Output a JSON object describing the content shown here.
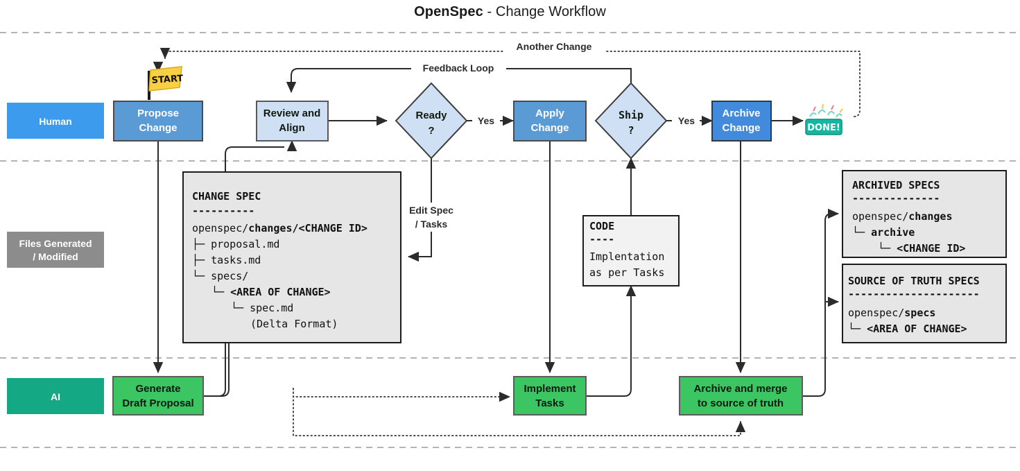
{
  "title": {
    "brand": "OpenSpec",
    "rest": " - Change Workflow"
  },
  "lanes": [
    {
      "id": "human",
      "label": "Human",
      "color": "#3d9bee"
    },
    {
      "id": "files",
      "label_line1": "Files Generated",
      "label_line2": "/ Modified",
      "color": "#8c8c8c"
    },
    {
      "id": "ai",
      "label": "AI",
      "color": "#14a884"
    }
  ],
  "nodes": {
    "propose_change": {
      "line1": "Propose",
      "line2": "Change",
      "fill": "#5b9bd5",
      "text": "#ffffff"
    },
    "review_align": {
      "line1": "Review and",
      "line2": "Align",
      "fill": "#cfe0f5",
      "text": "#101010"
    },
    "ready": {
      "line1": "Ready",
      "line2": "?",
      "fill": "#cfe0f5",
      "text": "#101010"
    },
    "apply_change": {
      "line1": "Apply",
      "line2": "Change",
      "fill": "#5b9bd5",
      "text": "#ffffff"
    },
    "ship": {
      "line1": "Ship",
      "line2": "?",
      "fill": "#cfe0f5",
      "text": "#101010"
    },
    "archive_change": {
      "line1": "Archive",
      "line2": "Change",
      "fill": "#428bdc",
      "text": "#ffffff"
    },
    "generate_draft": {
      "line1": "Generate",
      "line2": "Draft Proposal",
      "fill": "#3cc663",
      "text": "#101010"
    },
    "implement_tasks": {
      "line1": "Implement",
      "line2": "Tasks",
      "fill": "#3cc663",
      "text": "#101010"
    },
    "archive_merge": {
      "line1": "Archive and merge",
      "line2": "to source of truth",
      "fill": "#3cc663",
      "text": "#101010"
    }
  },
  "markers": {
    "start": {
      "label": "START",
      "flag_color": "#f9cf44"
    },
    "done": {
      "label": "DONE!",
      "color": "#16b6a0"
    }
  },
  "edge_labels": {
    "another_change": "Another Change",
    "feedback_loop": "Feedback Loop",
    "ready_yes": "Yes",
    "ship_yes": "Yes",
    "edit_spec_l1": "Edit Spec",
    "edit_spec_l2": "/ Tasks"
  },
  "panels": {
    "change_spec": {
      "title": "CHANGE SPEC",
      "rule": "----------",
      "lines": [
        {
          "plain": "openspec/",
          "bold": "changes/<CHANGE ID>"
        },
        {
          "plain": "├─ proposal.md"
        },
        {
          "plain": "├─ tasks.md"
        },
        {
          "plain": "└─ specs/"
        },
        {
          "indent": 1,
          "bold": "└─ <AREA OF CHANGE>"
        },
        {
          "indent": 2,
          "plain": "└─ spec.md"
        },
        {
          "indent": 3,
          "plain": "(Delta Format)"
        }
      ]
    },
    "code": {
      "title": "CODE",
      "rule": "----",
      "lines": [
        "Implentation",
        "as per Tasks"
      ]
    },
    "archived_specs": {
      "title": "ARCHIVED SPECS",
      "rule": "--------------",
      "lines": [
        {
          "plain": "openspec/",
          "bold": "changes"
        },
        {
          "indent": 1,
          "bold": "└─ archive"
        },
        {
          "indent": 2,
          "bold": "└─ <CHANGE ID>"
        }
      ]
    },
    "source_of_truth": {
      "title": "SOURCE OF TRUTH SPECS",
      "rule": "---------------------",
      "lines": [
        {
          "plain": "openspec/",
          "bold": "specs"
        },
        {
          "indent": 1,
          "bold": "└─ <AREA OF CHANGE>"
        }
      ]
    }
  },
  "colors": {
    "panel_fill": "#e6e6e6",
    "panel_stroke": "#1c1c1c",
    "line": "#2b2b2b",
    "divider": "#9a9a9a"
  }
}
